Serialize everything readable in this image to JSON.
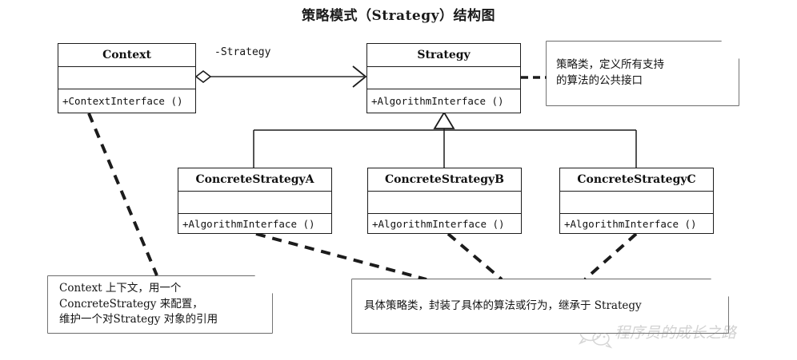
{
  "title": "策略模式（Strategy）结构图",
  "classes": [
    {
      "id": "context",
      "name": "Context",
      "attributes": "",
      "operations": "+ContextInterface ()"
    },
    {
      "id": "strategy",
      "name": "Strategy",
      "attributes": "",
      "operations": "+AlgorithmInterface ()"
    },
    {
      "id": "concrete-strategy-a",
      "name": "ConcreteStrategyA",
      "attributes": "",
      "operations": "+AlgorithmInterface ()"
    },
    {
      "id": "concrete-strategy-b",
      "name": "ConcreteStrategyB",
      "attributes": "",
      "operations": "+AlgorithmInterface ()"
    },
    {
      "id": "concrete-strategy-c",
      "name": "ConcreteStrategyC",
      "attributes": "",
      "operations": "+AlgorithmInterface ()"
    }
  ],
  "edges": {
    "association_label": "-Strategy"
  },
  "notes": {
    "strategy_note": {
      "lines": [
        "策略类，定义所有支持",
        "的算法的公共接口"
      ]
    },
    "context_note": {
      "lines": [
        "Context 上下文，用一个",
        "ConcreteStrategy 来配置，",
        "维护一个对Strategy 对象的引用"
      ]
    },
    "concrete_note": {
      "lines": [
        "具体策略类，封装了具体的算法或行为，继承于 Strategy"
      ]
    }
  },
  "watermark": {
    "text": "程序员的成长之路"
  },
  "colors": {
    "stroke": "#1c1c1c",
    "background": "#ffffff",
    "text": "#111111"
  }
}
